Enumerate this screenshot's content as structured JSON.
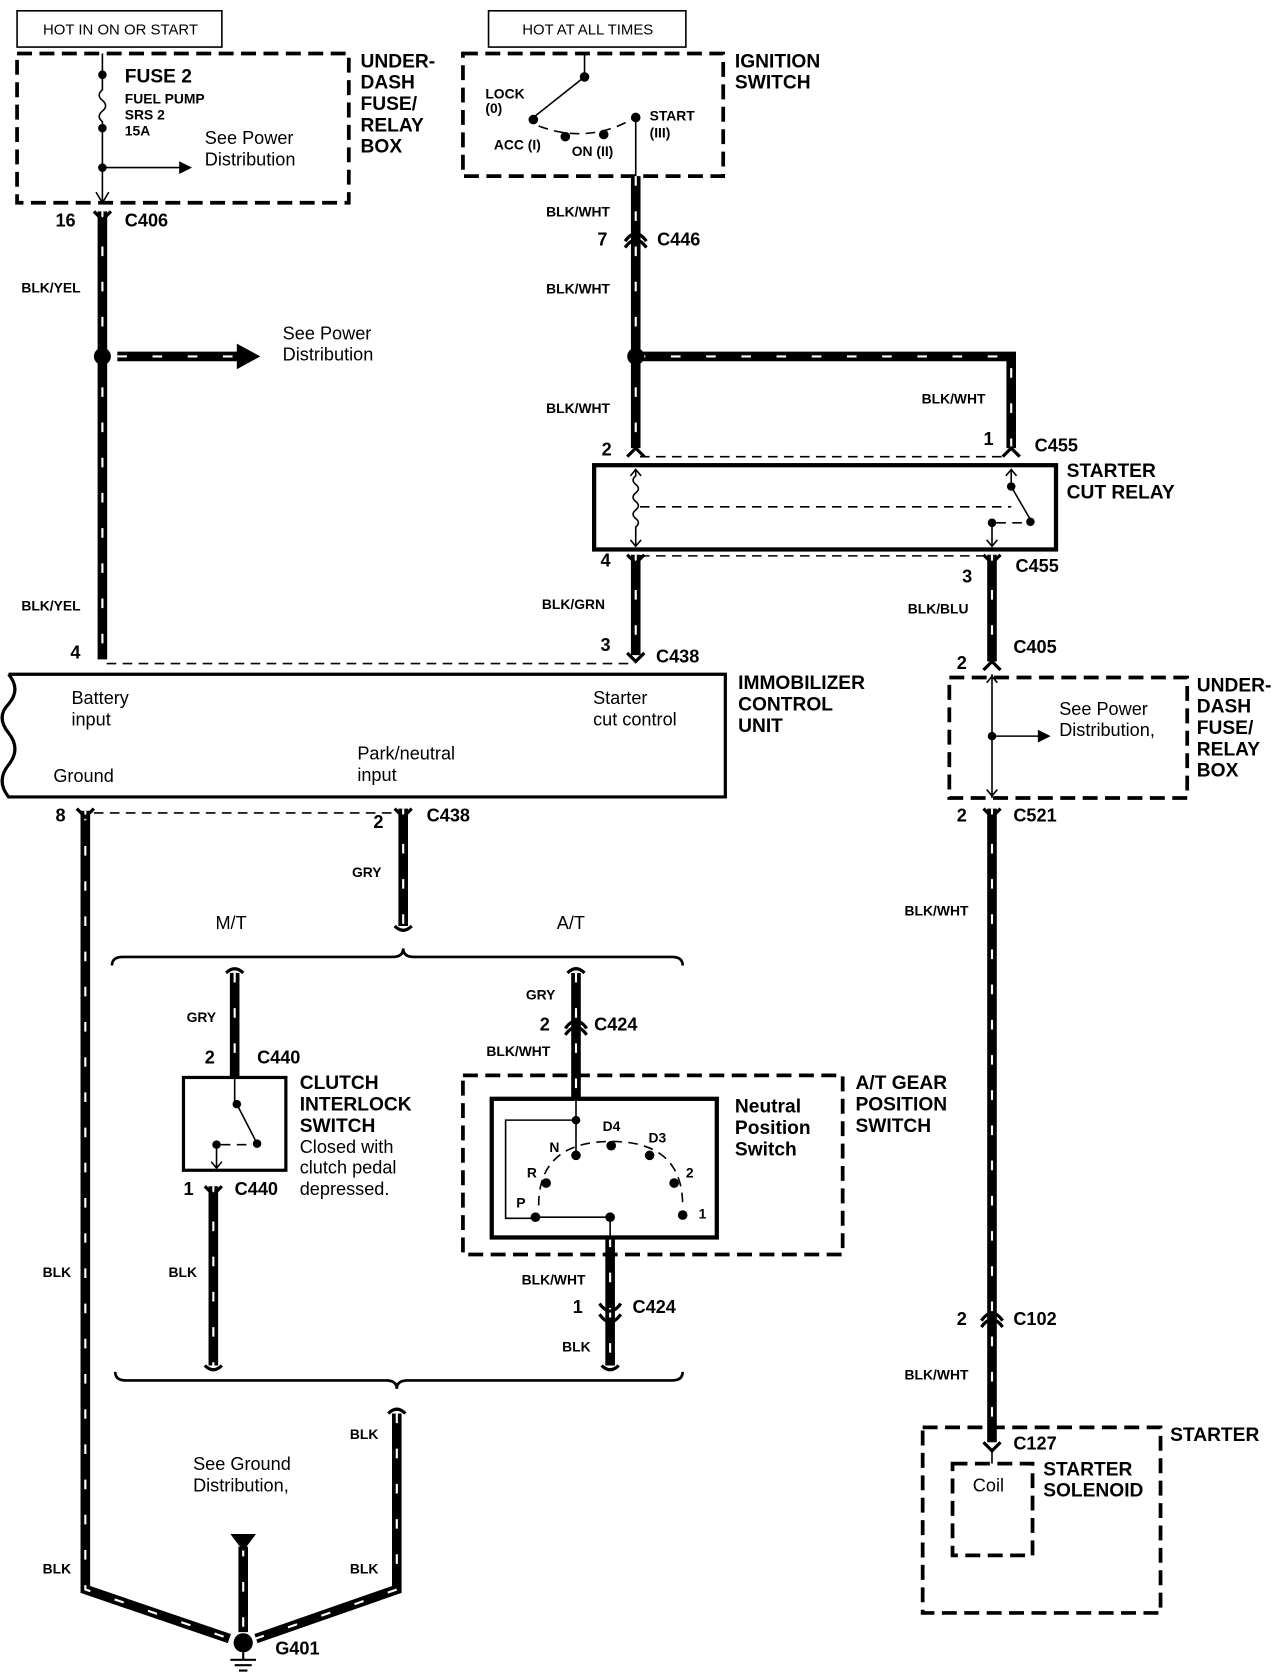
{
  "power_labels": {
    "hot_in_on_or_start": "HOT IN ON OR START",
    "hot_at_all_times": "HOT AT ALL TIMES"
  },
  "fuse_box_top": {
    "fuse": "FUSE 2",
    "circuit1": "FUEL PUMP",
    "circuit2": "SRS 2",
    "rating": "15A",
    "see1": "See Power",
    "see2": "Distribution",
    "name": [
      "UNDER-",
      "DASH",
      "FUSE/",
      "RELAY",
      "BOX"
    ]
  },
  "ignition_switch": {
    "name": [
      "IGNITION",
      "SWITCH"
    ],
    "lock": "LOCK",
    "lock_n": "(0)",
    "acc": "ACC (I)",
    "on": "ON (II)",
    "start": "START",
    "start_n": "(III)"
  },
  "left_branch": {
    "pin16": "16",
    "c406": "C406",
    "wire1": "BLK/YEL",
    "wire2": "BLK/YEL",
    "see1": "See Power",
    "see2": "Distribution",
    "pin4": "4"
  },
  "ignition_branch": {
    "wire_a": "BLK/WHT",
    "pin7": "7",
    "c446": "C446",
    "wire_b": "BLK/WHT",
    "wire_c": "BLK/WHT",
    "wire_d": "BLK/WHT",
    "pin2": "2",
    "pin1": "1",
    "c455_top": "C455"
  },
  "starter_cut_relay": {
    "name": [
      "STARTER",
      "CUT RELAY"
    ],
    "pin4": "4",
    "pin3": "3",
    "c455_bottom": "C455",
    "wire_left": "BLK/GRN",
    "wire_right": "BLK/BLU",
    "pin3_ecu": "3",
    "c438": "C438",
    "c405": "C405",
    "pin2_c405": "2"
  },
  "immobilizer": {
    "name": [
      "IMMOBILIZER",
      "CONTROL",
      "UNIT"
    ],
    "battery": [
      "Battery",
      "input"
    ],
    "starter": [
      "Starter",
      "cut control"
    ],
    "ground": "Ground",
    "park": [
      "Park/neutral",
      "input"
    ],
    "pin8": "8",
    "pin2": "2",
    "c438": "C438"
  },
  "fuse_box_right": {
    "see1": "See Power",
    "see2": "Distribution,",
    "name": [
      "UNDER-",
      "DASH",
      "FUSE/",
      "RELAY",
      "BOX"
    ],
    "pin2": "2",
    "c521": "C521",
    "wire1": "BLK/WHT",
    "pin2_c102": "2",
    "c102": "C102",
    "wire2": "BLK/WHT"
  },
  "starter": {
    "name": "STARTER",
    "c127": "C127",
    "coil": "Coil",
    "solenoid": [
      "STARTER",
      "SOLENOID"
    ]
  },
  "transmission": {
    "gry": "GRY",
    "mt": "M/T",
    "at": "A/T"
  },
  "clutch": {
    "gry": "GRY",
    "pin2": "2",
    "c440_top": "C440",
    "name": [
      "CLUTCH",
      "INTERLOCK",
      "SWITCH"
    ],
    "note": [
      "Closed with",
      "clutch pedal",
      "depressed."
    ],
    "pin1": "1",
    "c440_bottom": "C440",
    "blk": "BLK"
  },
  "at_switch": {
    "gry": "GRY",
    "pin2": "2",
    "c424_top": "C424",
    "wire_in": "BLK/WHT",
    "name": [
      "A/T GEAR",
      "POSITION",
      "SWITCH"
    ],
    "inner": [
      "Neutral",
      "Position",
      "Switch"
    ],
    "positions": [
      "P",
      "R",
      "N",
      "D4",
      "D3",
      "2",
      "1"
    ],
    "wire_out": "BLK/WHT",
    "pin1": "1",
    "c424_bottom": "C424",
    "blk": "BLK"
  },
  "ground": {
    "blk_left_upper": "BLK",
    "blk_left_lower": "BLK",
    "blk_right_upper": "BLK",
    "blk_right_lower": "BLK",
    "see1": "See Ground",
    "see2": "Distribution,",
    "g401": "G401"
  }
}
